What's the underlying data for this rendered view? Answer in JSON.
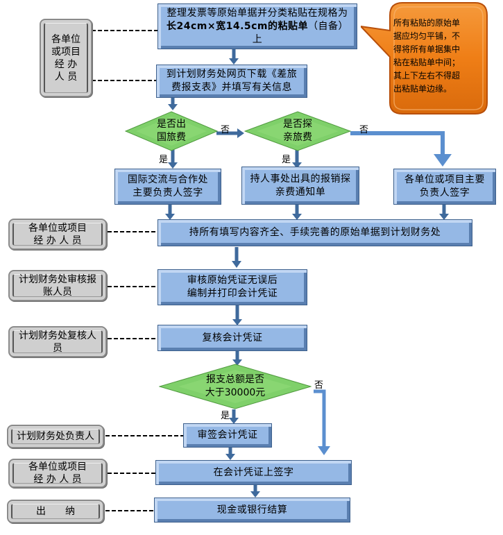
{
  "diagram": {
    "type": "flowchart",
    "colors": {
      "process_fill": "#95b8e5",
      "process_border": "#3c5f8c",
      "decision_fill": "#7fd06a",
      "role_fill": "#cfcfcf",
      "arrow": "#3f6a9c",
      "no_arrow": "#5b8fcf",
      "callout_fill": "#f07d1a"
    },
    "callout": {
      "text": "所有粘贴的原始单据应均匀平铺，不得将所有单据集中粘在粘贴单中间；其上下左右不得超出粘贴单边缘。"
    },
    "roles": [
      {
        "id": "r1",
        "text": "各单位\n或项目\n经 办\n人 员"
      },
      {
        "id": "r2",
        "text": "各单位或项目\n经 办 人 员"
      },
      {
        "id": "r3",
        "text": "计划财务处审核报\n账人员"
      },
      {
        "id": "r4",
        "text": "计划财务处复核人\n员"
      },
      {
        "id": "r5",
        "text": "计划财务处负责人"
      },
      {
        "id": "r6",
        "text": "各单位或项目\n经 办 人 员"
      },
      {
        "id": "r7",
        "text": "出　　纳"
      }
    ],
    "steps": {
      "s1_line1": "整理发票等原始单据并分类粘贴在规格为",
      "s1_line2_bold": "长24cm×宽14.5cm的粘贴单",
      "s1_line2_rest": "（自备）上",
      "s2": "到计划财务处网页下载《差旅费报支表》并填写有关信息",
      "d1": "是否出\n国旅费",
      "d2": "是否探\n亲旅费",
      "p_intl": "国际交流与合作处主要负责人签字",
      "p_visit": "持人事处出具的报销探亲费通知单",
      "p_unit": "各单位或项目主要负责人签字",
      "s3": "持所有填写内容齐全、手续完善的原始单据到计划财务处",
      "s4": "审核原始凭证无误后\n编制并打印会计凭证",
      "s5": "复核会计凭证",
      "d3": "报支总额是否\n大于30000元",
      "s6": "审签会计凭证",
      "s7": "在会计凭证上签字",
      "s8": "现金或银行结算"
    },
    "labels": {
      "yes": "是",
      "no": "否"
    }
  }
}
